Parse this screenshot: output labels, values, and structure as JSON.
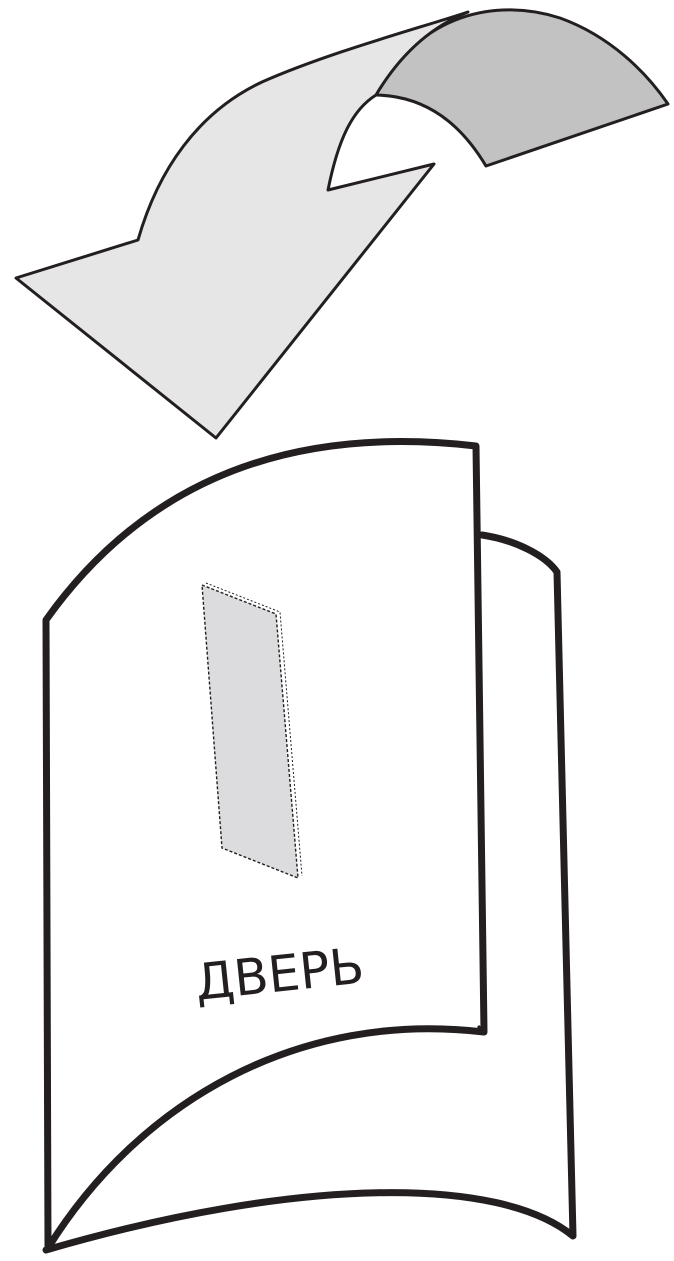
{
  "diagram": {
    "door_label": "ДВЕРЬ",
    "colors": {
      "outline": "#231f20",
      "arrow_front": "#e6e6e6",
      "arrow_back": "#c2c2c2",
      "sticker": "#dcdcde",
      "background": "#ffffff"
    },
    "icons": {
      "arrow": "curved-arrow-down-left",
      "door": "curved-door-panel",
      "sticker": "rectangular-sticker"
    }
  }
}
